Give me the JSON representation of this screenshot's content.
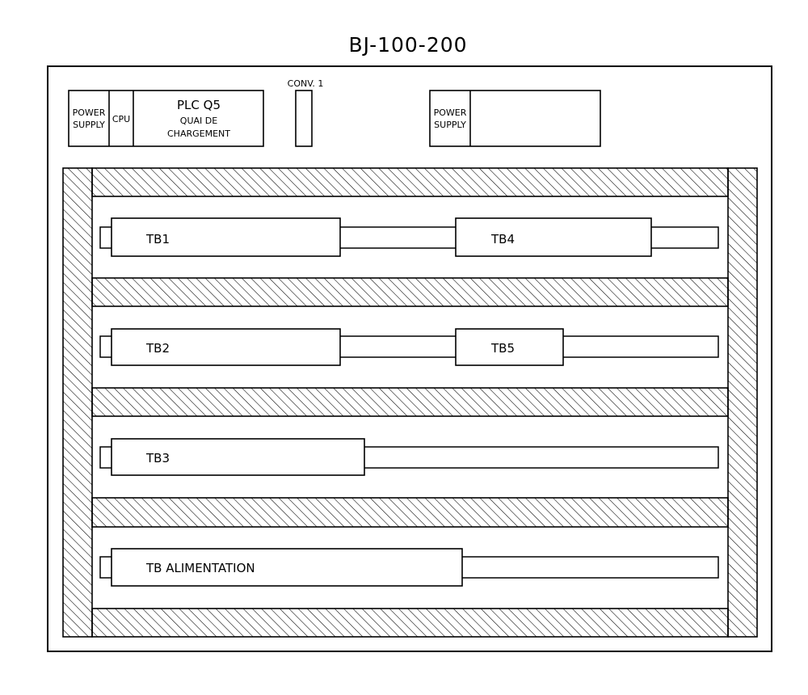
{
  "title": "BJ-100-200",
  "plc_rack": {
    "power_supply_line1": "POWER",
    "power_supply_line2": "SUPPLY",
    "cpu_label": "CPU",
    "plc_title": "PLC Q5",
    "plc_line2": "QUAI DE",
    "plc_line3": "CHARGEMENT"
  },
  "conveyor": {
    "label": "CONV. 1"
  },
  "second_power_supply": {
    "line1": "POWER",
    "line2": "SUPPLY"
  },
  "terminal_blocks": {
    "tb1": "TB1",
    "tb2": "TB2",
    "tb3": "TB3",
    "tb4": "TB4",
    "tb5": "TB5",
    "tb_power": "TB ALIMENTATION"
  }
}
